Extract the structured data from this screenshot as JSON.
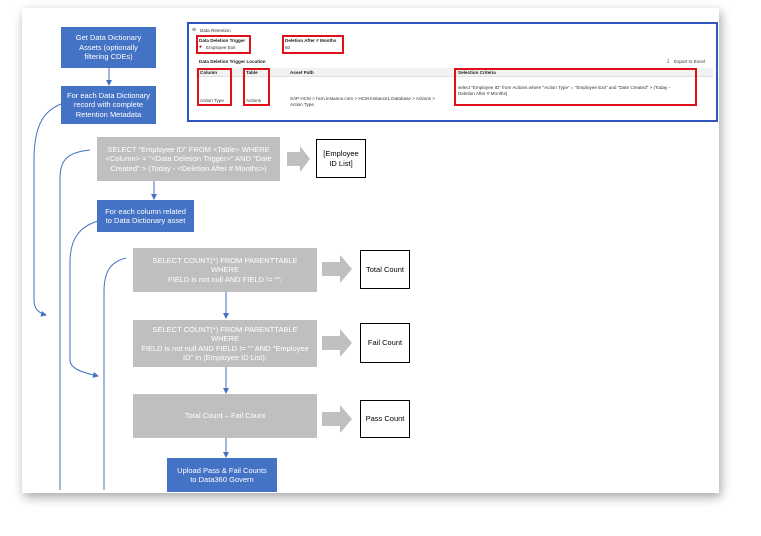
{
  "flow": {
    "get_assets": "Get Data Dictionary\nAssets (optionally\nfiltering CDEs)",
    "for_each_record": "For each Data Dictionary\nrecord with complete\nRetention Metadata",
    "select_employee": "SELECT \"Employee ID\" FROM <Table> WHERE\n<Column> = \"<Data Deletion Trigger>\" AND \"Date\nCreated\" > (Today - <Deletion After # Months>)",
    "employee_list": "[Employee\nID List]",
    "for_each_column": "For each column related\nto Data Dictionary asset",
    "count_total": "SELECT COUNT(*) FROM PARENTTABLE WHERE\nFIELD is not null AND FIELD != \"\";",
    "total_count": "Total Count",
    "count_fail": "SELECT COUNT(*) FROM PARENTTABLE WHERE\nFIELD is not null AND FIELD != \"\" AND \"Employee\nID\" in (Employee ID List);",
    "fail_count": "Fail Count",
    "compute_pass": "Total Count – Fail Count",
    "pass_count": "Pass Count",
    "upload": "Upload Pass & Fail Counts\nto Data360 Govern"
  },
  "screenshot": {
    "section_title": "Data Retention",
    "trigger_label": "Data Deletion Trigger",
    "trigger_value": "Employee Exit",
    "trigger_dot_color": "#d0021b",
    "deletion_label": "Deletion After # Months",
    "deletion_value": "60",
    "location_title": "Data Deletion Trigger Location",
    "export_label": "Export to Excel",
    "columns": [
      "Column",
      "Table",
      "Asset Path",
      "Selection Criteria"
    ],
    "row": {
      "column": "Action Type",
      "table": "Actions",
      "asset_path": "SAP HCM > hcm.instance.com > HCM.Instance1.Database > Actions >\nAction Type",
      "criteria": "select \"Employee ID\" from Actions where \"Action Type\" = \"Employee Exit\" and \"Date Created\" > (Today -\nDeletion After # Months)"
    }
  },
  "colors": {
    "process_blue": "#4472c4",
    "query_gray": "#bfbfbf",
    "connector_blue": "#4472c4",
    "highlight_red": "#e0101a",
    "frame_blue": "#2f55c0"
  }
}
